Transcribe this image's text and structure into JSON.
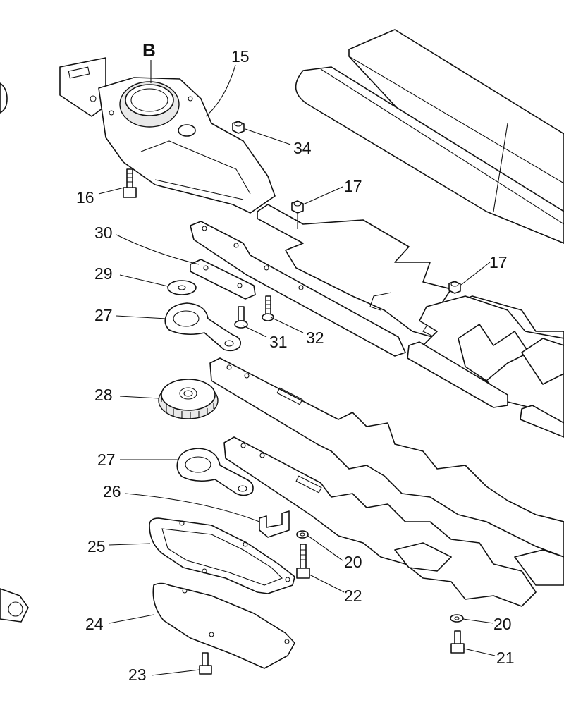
{
  "labels": {
    "view_letter": "B",
    "p15": "15",
    "p34": "34",
    "p16": "16",
    "p17a": "17",
    "p17b": "17",
    "p30": "30",
    "p29": "29",
    "p27a": "27",
    "p31": "31",
    "p32": "32",
    "p28": "28",
    "p27b": "27",
    "p26": "26",
    "p25": "25",
    "p20a": "20",
    "p22": "22",
    "p24": "24",
    "p20b": "20",
    "p21": "21",
    "p23": "23"
  }
}
